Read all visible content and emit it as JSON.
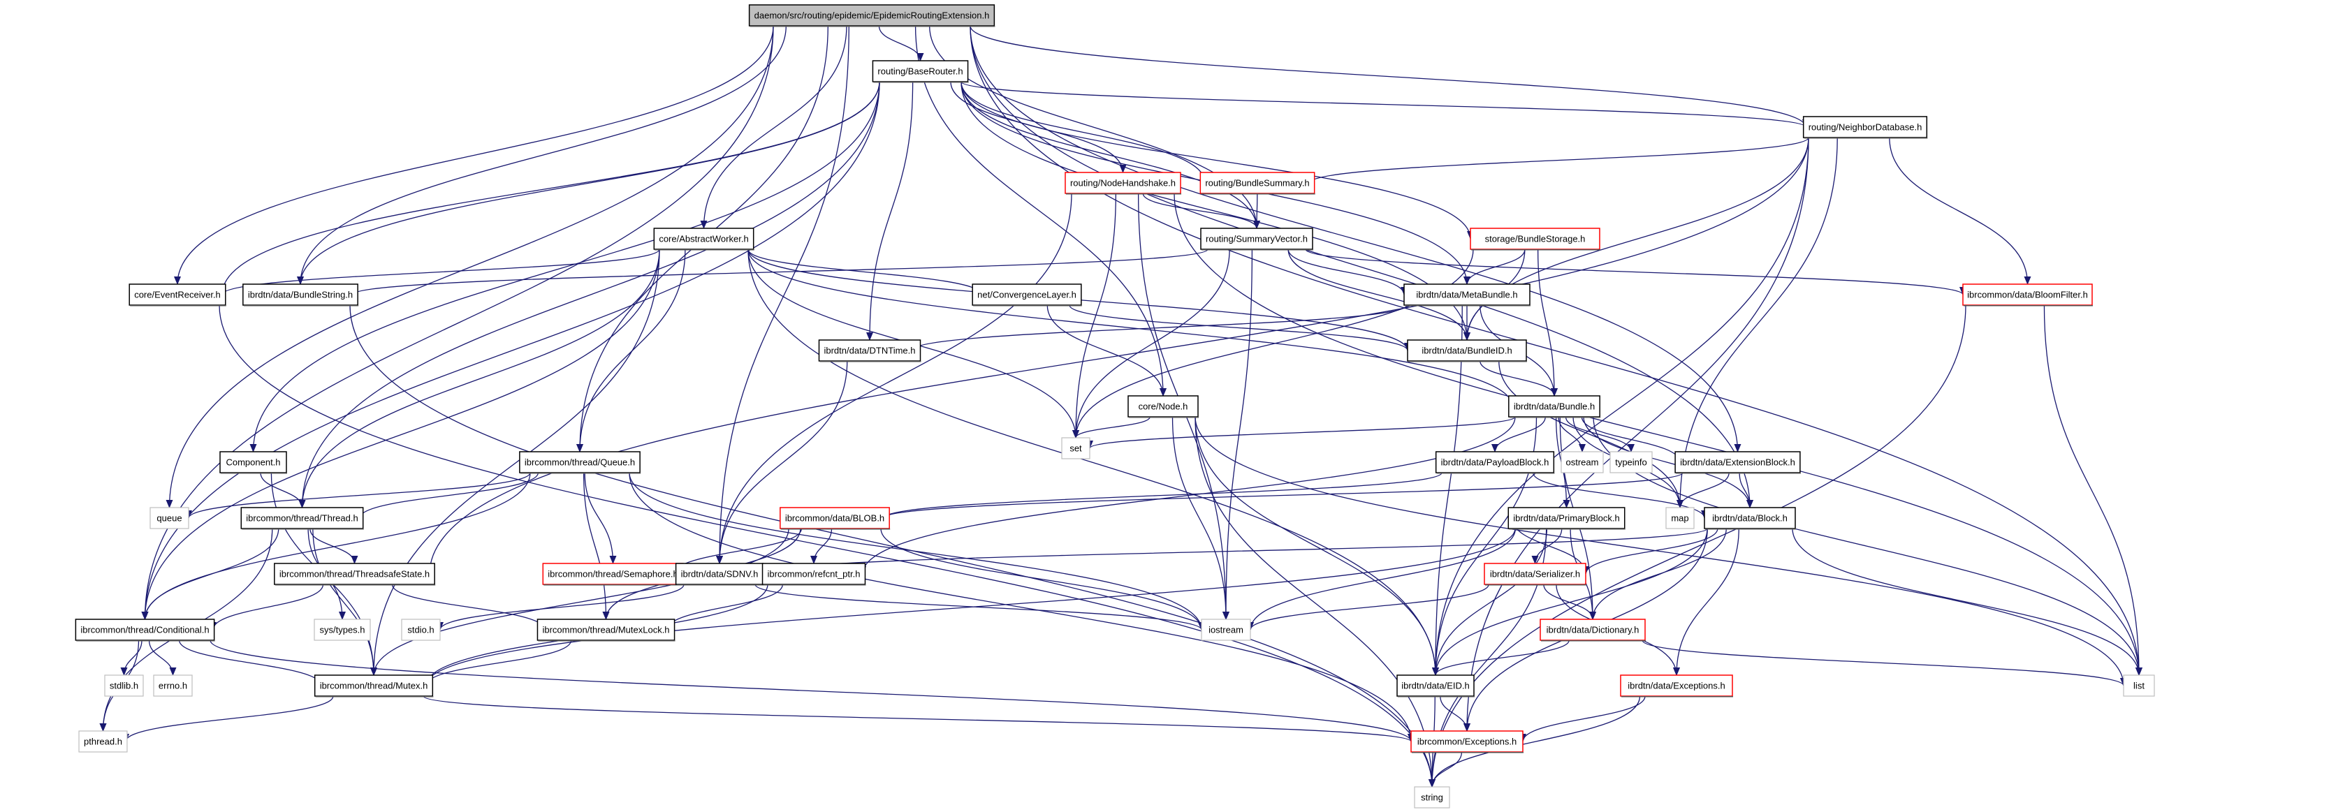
{
  "title": "daemon/src/routing/epidemic/EpidemicRoutingExtension.h",
  "colors": {
    "edge": "#191970",
    "root_fill": "#bfbfbf",
    "normal_border": "#000000",
    "truncated_border": "#ff0000",
    "system_border": "#bfbfbf"
  },
  "nodes": [
    {
      "id": "root",
      "label": "daemon/src/routing/epidemic/EpidemicRoutingExtension.h",
      "kind": "root"
    },
    {
      "id": "baserouter",
      "label": "routing/BaseRouter.h",
      "kind": "normal"
    },
    {
      "id": "neighbordb",
      "label": "routing/NeighborDatabase.h",
      "kind": "normal"
    },
    {
      "id": "nodehandshake",
      "label": "routing/NodeHandshake.h",
      "kind": "truncated"
    },
    {
      "id": "bundlesummary",
      "label": "routing/BundleSummary.h",
      "kind": "truncated"
    },
    {
      "id": "bundlestorage",
      "label": "storage/BundleStorage.h",
      "kind": "truncated"
    },
    {
      "id": "summaryvector",
      "label": "routing/SummaryVector.h",
      "kind": "normal"
    },
    {
      "id": "abstractworker",
      "label": "core/AbstractWorker.h",
      "kind": "normal"
    },
    {
      "id": "bloomfilter",
      "label": "ibrcommon/data/BloomFilter.h",
      "kind": "truncated"
    },
    {
      "id": "eventreceiver",
      "label": "core/EventReceiver.h",
      "kind": "normal"
    },
    {
      "id": "bundlestring",
      "label": "ibrdtn/data/BundleString.h",
      "kind": "normal"
    },
    {
      "id": "convergencelayer",
      "label": "net/ConvergenceLayer.h",
      "kind": "normal"
    },
    {
      "id": "metabundle",
      "label": "ibrdtn/data/MetaBundle.h",
      "kind": "normal"
    },
    {
      "id": "dtntime",
      "label": "ibrdtn/data/DTNTime.h",
      "kind": "normal"
    },
    {
      "id": "bundleid",
      "label": "ibrdtn/data/BundleID.h",
      "kind": "normal"
    },
    {
      "id": "bundle",
      "label": "ibrdtn/data/Bundle.h",
      "kind": "normal"
    },
    {
      "id": "node",
      "label": "core/Node.h",
      "kind": "normal"
    },
    {
      "id": "set",
      "label": "set",
      "kind": "system"
    },
    {
      "id": "payloadblock",
      "label": "ibrdtn/data/PayloadBlock.h",
      "kind": "normal"
    },
    {
      "id": "ostream",
      "label": "ostream",
      "kind": "system"
    },
    {
      "id": "typeinfo",
      "label": "typeinfo",
      "kind": "system"
    },
    {
      "id": "extensionblock",
      "label": "ibrdtn/data/ExtensionBlock.h",
      "kind": "normal"
    },
    {
      "id": "component",
      "label": "Component.h",
      "kind": "normal"
    },
    {
      "id": "queueh",
      "label": "ibrcommon/thread/Queue.h",
      "kind": "normal"
    },
    {
      "id": "queue",
      "label": "queue",
      "kind": "system"
    },
    {
      "id": "thread",
      "label": "ibrcommon/thread/Thread.h",
      "kind": "normal"
    },
    {
      "id": "blob",
      "label": "ibrcommon/data/BLOB.h",
      "kind": "truncated"
    },
    {
      "id": "map",
      "label": "map",
      "kind": "system"
    },
    {
      "id": "block",
      "label": "ibrdtn/data/Block.h",
      "kind": "normal"
    },
    {
      "id": "primaryblock",
      "label": "ibrdtn/data/PrimaryBlock.h",
      "kind": "normal"
    },
    {
      "id": "threadsafestate",
      "label": "ibrcommon/thread/ThreadsafeState.h",
      "kind": "normal"
    },
    {
      "id": "semaphore",
      "label": "ibrcommon/thread/Semaphore.h",
      "kind": "truncated"
    },
    {
      "id": "sdnv",
      "label": "ibrdtn/data/SDNV.h",
      "kind": "normal"
    },
    {
      "id": "refcnt",
      "label": "ibrcommon/refcnt_ptr.h",
      "kind": "normal"
    },
    {
      "id": "serializer",
      "label": "ibrdtn/data/Serializer.h",
      "kind": "truncated"
    },
    {
      "id": "conditional",
      "label": "ibrcommon/thread/Conditional.h",
      "kind": "normal"
    },
    {
      "id": "systypes",
      "label": "sys/types.h",
      "kind": "system"
    },
    {
      "id": "stdio",
      "label": "stdio.h",
      "kind": "system"
    },
    {
      "id": "mutexlock",
      "label": "ibrcommon/thread/MutexLock.h",
      "kind": "normal"
    },
    {
      "id": "iostream",
      "label": "iostream",
      "kind": "system"
    },
    {
      "id": "dictionary",
      "label": "ibrdtn/data/Dictionary.h",
      "kind": "truncated"
    },
    {
      "id": "stdlib",
      "label": "stdlib.h",
      "kind": "system"
    },
    {
      "id": "errno",
      "label": "errno.h",
      "kind": "system"
    },
    {
      "id": "mutex",
      "label": "ibrcommon/thread/Mutex.h",
      "kind": "normal"
    },
    {
      "id": "eid",
      "label": "ibrdtn/data/EID.h",
      "kind": "normal"
    },
    {
      "id": "dtnexceptions",
      "label": "ibrdtn/data/Exceptions.h",
      "kind": "truncated"
    },
    {
      "id": "list",
      "label": "list",
      "kind": "system"
    },
    {
      "id": "pthread",
      "label": "pthread.h",
      "kind": "system"
    },
    {
      "id": "commonexceptions",
      "label": "ibrcommon/Exceptions.h",
      "kind": "truncated"
    },
    {
      "id": "string",
      "label": "string",
      "kind": "system"
    }
  ],
  "edges": [
    [
      "root",
      "baserouter"
    ],
    [
      "root",
      "neighbordb"
    ],
    [
      "root",
      "summaryvector"
    ],
    [
      "root",
      "abstractworker"
    ],
    [
      "root",
      "eventreceiver"
    ],
    [
      "root",
      "bundlestring"
    ],
    [
      "root",
      "queueh"
    ],
    [
      "root",
      "queue"
    ],
    [
      "root",
      "node"
    ],
    [
      "root",
      "sdnv"
    ],
    [
      "root",
      "extensionblock"
    ],
    [
      "root",
      "block"
    ],
    [
      "root",
      "list"
    ],
    [
      "root",
      "conditional"
    ],
    [
      "baserouter",
      "neighbordb"
    ],
    [
      "baserouter",
      "nodehandshake"
    ],
    [
      "baserouter",
      "bundlesummary"
    ],
    [
      "baserouter",
      "summaryvector"
    ],
    [
      "baserouter",
      "bundlestorage"
    ],
    [
      "baserouter",
      "eventreceiver"
    ],
    [
      "baserouter",
      "bundlestring"
    ],
    [
      "baserouter",
      "dtntime"
    ],
    [
      "baserouter",
      "metabundle"
    ],
    [
      "baserouter",
      "bundleid"
    ],
    [
      "baserouter",
      "component"
    ],
    [
      "baserouter",
      "thread"
    ],
    [
      "baserouter",
      "conditional"
    ],
    [
      "neighbordb",
      "bundlesummary"
    ],
    [
      "neighbordb",
      "bloomfilter"
    ],
    [
      "neighbordb",
      "bundleid"
    ],
    [
      "neighbordb",
      "map"
    ],
    [
      "neighbordb",
      "eid"
    ],
    [
      "neighbordb",
      "commonexceptions"
    ],
    [
      "neighbordb",
      "threadsafestate"
    ],
    [
      "nodehandshake",
      "summaryvector"
    ],
    [
      "nodehandshake",
      "set"
    ],
    [
      "nodehandshake",
      "iostream"
    ],
    [
      "nodehandshake",
      "sdnv"
    ],
    [
      "nodehandshake",
      "list"
    ],
    [
      "bundlesummary",
      "summaryvector"
    ],
    [
      "summaryvector",
      "bloomfilter"
    ],
    [
      "summaryvector",
      "metabundle"
    ],
    [
      "summaryvector",
      "bundleid"
    ],
    [
      "summaryvector",
      "set"
    ],
    [
      "summaryvector",
      "iostream"
    ],
    [
      "summaryvector",
      "bundlestring"
    ],
    [
      "bundlestorage",
      "metabundle"
    ],
    [
      "bundlestorage",
      "bundleid"
    ],
    [
      "bundlestorage",
      "bundle"
    ],
    [
      "bundlestorage",
      "set"
    ],
    [
      "abstractworker",
      "eventreceiver"
    ],
    [
      "abstractworker",
      "convergencelayer"
    ],
    [
      "abstractworker",
      "bundleid"
    ],
    [
      "abstractworker",
      "bundle"
    ],
    [
      "abstractworker",
      "queueh"
    ],
    [
      "abstractworker",
      "thread"
    ],
    [
      "abstractworker",
      "set"
    ],
    [
      "abstractworker",
      "eid"
    ],
    [
      "abstractworker",
      "conditional"
    ],
    [
      "abstractworker",
      "mutex"
    ],
    [
      "bloomfilter",
      "list"
    ],
    [
      "bloomfilter",
      "string"
    ],
    [
      "eventreceiver",
      "string"
    ],
    [
      "bundlestring",
      "string"
    ],
    [
      "convergencelayer",
      "node"
    ],
    [
      "convergencelayer",
      "bundleid"
    ],
    [
      "metabundle",
      "bundleid"
    ],
    [
      "metabundle",
      "dtntime"
    ],
    [
      "metabundle",
      "bundle"
    ],
    [
      "metabundle",
      "eid"
    ],
    [
      "dtntime",
      "sdnv"
    ],
    [
      "bundleid",
      "bundle"
    ],
    [
      "bundleid",
      "map"
    ],
    [
      "bundle",
      "set"
    ],
    [
      "bundle",
      "payloadblock"
    ],
    [
      "bundle",
      "ostream"
    ],
    [
      "bundle",
      "typeinfo"
    ],
    [
      "bundle",
      "extensionblock"
    ],
    [
      "bundle",
      "map"
    ],
    [
      "bundle",
      "block"
    ],
    [
      "bundle",
      "primaryblock"
    ],
    [
      "bundle",
      "refcnt"
    ],
    [
      "bundle",
      "eid"
    ],
    [
      "bundle",
      "dictionary"
    ],
    [
      "bundle",
      "list"
    ],
    [
      "node",
      "set"
    ],
    [
      "node",
      "list"
    ],
    [
      "node",
      "iostream"
    ],
    [
      "node",
      "eid"
    ],
    [
      "node",
      "string"
    ],
    [
      "payloadblock",
      "block"
    ],
    [
      "payloadblock",
      "blob"
    ],
    [
      "extensionblock",
      "block"
    ],
    [
      "extensionblock",
      "map"
    ],
    [
      "extensionblock",
      "blob"
    ],
    [
      "component",
      "thread"
    ],
    [
      "component",
      "mutex"
    ],
    [
      "queueh",
      "queue"
    ],
    [
      "queueh",
      "thread"
    ],
    [
      "queueh",
      "semaphore"
    ],
    [
      "queueh",
      "mutexlock"
    ],
    [
      "queueh",
      "conditional"
    ],
    [
      "queueh",
      "iostream"
    ],
    [
      "queueh",
      "commonexceptions"
    ],
    [
      "thread",
      "threadsafestate"
    ],
    [
      "thread",
      "conditional"
    ],
    [
      "thread",
      "systypes"
    ],
    [
      "thread",
      "mutex"
    ],
    [
      "thread",
      "pthread"
    ],
    [
      "blob",
      "semaphore"
    ],
    [
      "blob",
      "refcnt"
    ],
    [
      "blob",
      "mutexlock"
    ],
    [
      "blob",
      "iostream"
    ],
    [
      "blob",
      "mutex"
    ],
    [
      "block",
      "serializer"
    ],
    [
      "block",
      "dictionary"
    ],
    [
      "block",
      "eid"
    ],
    [
      "block",
      "dtnexceptions"
    ],
    [
      "block",
      "list"
    ],
    [
      "block",
      "sdnv"
    ],
    [
      "block",
      "commonexceptions"
    ],
    [
      "primaryblock",
      "serializer"
    ],
    [
      "primaryblock",
      "dictionary"
    ],
    [
      "primaryblock",
      "eid"
    ],
    [
      "primaryblock",
      "iostream"
    ],
    [
      "primaryblock",
      "mutex"
    ],
    [
      "primaryblock",
      "string"
    ],
    [
      "threadsafestate",
      "conditional"
    ],
    [
      "threadsafestate",
      "mutexlock"
    ],
    [
      "sdnv",
      "stdio"
    ],
    [
      "sdnv",
      "iostream"
    ],
    [
      "refcnt",
      "mutexlock"
    ],
    [
      "refcnt",
      "mutex"
    ],
    [
      "serializer",
      "dictionary"
    ],
    [
      "serializer",
      "iostream"
    ],
    [
      "serializer",
      "dtnexceptions"
    ],
    [
      "serializer",
      "primaryblock"
    ],
    [
      "conditional",
      "stdlib"
    ],
    [
      "conditional",
      "errno"
    ],
    [
      "conditional",
      "mutex"
    ],
    [
      "conditional",
      "pthread"
    ],
    [
      "conditional",
      "commonexceptions"
    ],
    [
      "mutexlock",
      "mutex"
    ],
    [
      "dictionary",
      "eid"
    ],
    [
      "dictionary",
      "list"
    ],
    [
      "mutex",
      "pthread"
    ],
    [
      "mutex",
      "commonexceptions"
    ],
    [
      "eid",
      "commonexceptions"
    ],
    [
      "eid",
      "string"
    ],
    [
      "dtnexceptions",
      "commonexceptions"
    ],
    [
      "dtnexceptions",
      "string"
    ],
    [
      "commonexceptions",
      "string"
    ]
  ]
}
